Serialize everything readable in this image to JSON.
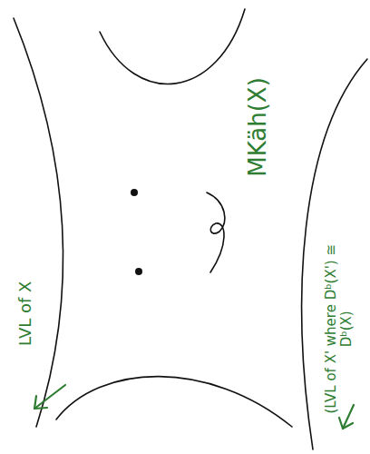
{
  "diagram": {
    "labels": [
      "LVL of X",
      "MKäh(X)",
      "(LVL of X' where Dᵇ(X') ≅ Dᵇ(X)"
    ]
  }
}
